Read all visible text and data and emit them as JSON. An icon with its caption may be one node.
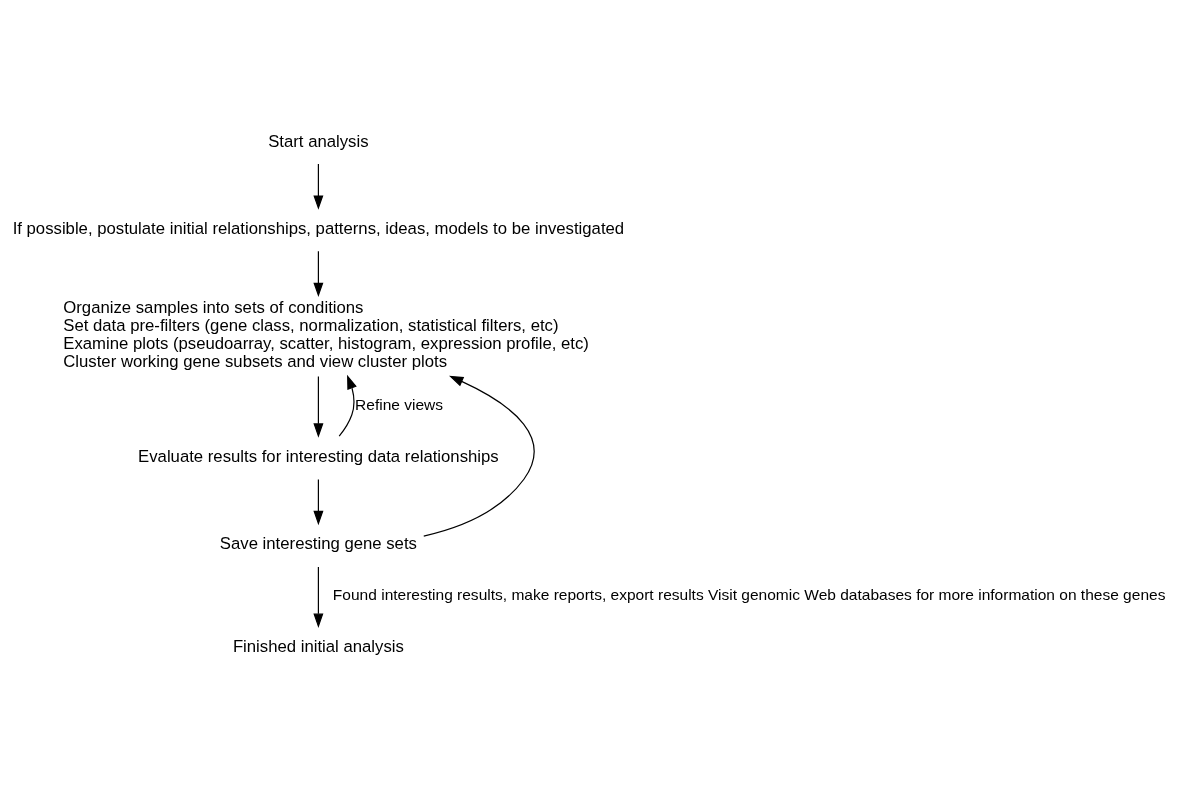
{
  "diagram": {
    "nodes": [
      {
        "text": [
          "Start analysis"
        ]
      },
      {
        "text": [
          "If possible, postulate initial relationships, patterns, ideas, models to be investigated"
        ]
      },
      {
        "text": [
          "Organize samples into sets of conditions",
          "Set data pre-filters (gene class, normalization, statistical filters, etc)",
          "Examine plots (pseudoarray, scatter, histogram, expression profile, etc)",
          "Cluster working gene subsets and view cluster plots"
        ]
      },
      {
        "text": [
          "Evaluate results for interesting data relationships"
        ]
      },
      {
        "text": [
          "Save interesting gene sets"
        ]
      },
      {
        "text": [
          "Finished initial analysis"
        ]
      }
    ],
    "edges": [
      {
        "from": 0,
        "to": 1,
        "arrow": "to"
      },
      {
        "from": 1,
        "to": 2,
        "arrow": "to"
      },
      {
        "from": 2,
        "to": 3,
        "arrow": "to"
      },
      {
        "from": 3,
        "to": 4,
        "arrow": "to"
      },
      {
        "from": 4,
        "to": 5,
        "arrow": "to",
        "label": "Found interesting results, make reports, export results Visit genomic Web databases for more information on these genes"
      },
      {
        "from": 3,
        "to": 2,
        "arrow": "to",
        "label": "Refine views"
      },
      {
        "from": 4,
        "to": 2,
        "arrow": "to"
      }
    ]
  }
}
